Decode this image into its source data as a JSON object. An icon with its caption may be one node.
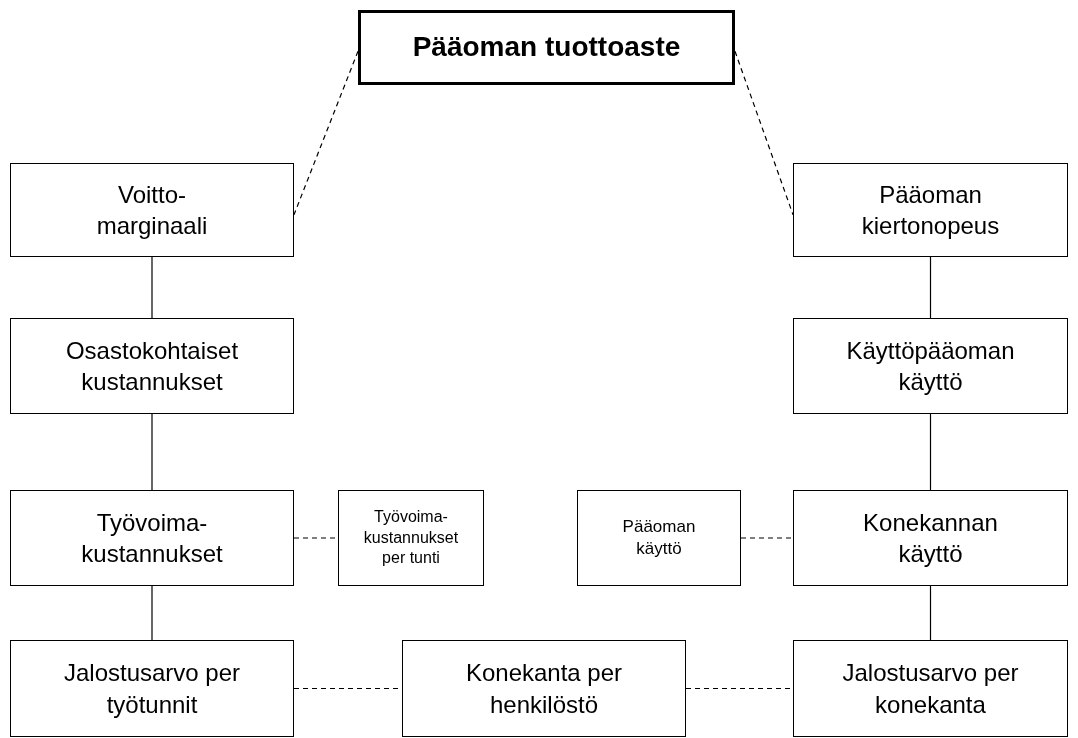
{
  "diagram": {
    "nodes": [
      {
        "text": [
          "Pääoman tuottoaste"
        ]
      },
      {
        "text": [
          "Voitto-marginaali"
        ]
      },
      {
        "text": [
          "Pääoman kiertonopeus"
        ]
      },
      {
        "text": [
          "Osastokohtaiset kustannukset"
        ]
      },
      {
        "text": [
          "Käyttöpääoman käyttö"
        ]
      },
      {
        "text": [
          "Työvoima-kustannukset"
        ]
      },
      {
        "text": [
          "Työvoima-kustannukset per tunti"
        ]
      },
      {
        "text": [
          "Pääoman käyttö"
        ]
      },
      {
        "text": [
          "Konekannan käyttö"
        ]
      },
      {
        "text": [
          "Jalostusarvo per työtunnit"
        ]
      },
      {
        "text": [
          "Konekanta per henkilöstö"
        ]
      },
      {
        "text": [
          "Jalostusarvo per konekanta"
        ]
      }
    ],
    "edges": [
      {
        "from": 0,
        "to": 1,
        "arrow": "none",
        "style": "dashed"
      },
      {
        "from": 0,
        "to": 2,
        "arrow": "none",
        "style": "dashed"
      },
      {
        "from": 1,
        "to": 3,
        "arrow": "none"
      },
      {
        "from": 3,
        "to": 5,
        "arrow": "none"
      },
      {
        "from": 5,
        "to": 9,
        "arrow": "none"
      },
      {
        "from": 2,
        "to": 4,
        "arrow": "none"
      },
      {
        "from": 4,
        "to": 8,
        "arrow": "none"
      },
      {
        "from": 8,
        "to": 11,
        "arrow": "none"
      },
      {
        "from": 5,
        "to": 6,
        "arrow": "none",
        "style": "dashed"
      },
      {
        "from": 7,
        "to": 8,
        "arrow": "none",
        "style": "dashed"
      },
      {
        "from": 9,
        "to": 10,
        "arrow": "none",
        "style": "dashed"
      },
      {
        "from": 10,
        "to": 11,
        "arrow": "none",
        "style": "dashed"
      }
    ]
  }
}
